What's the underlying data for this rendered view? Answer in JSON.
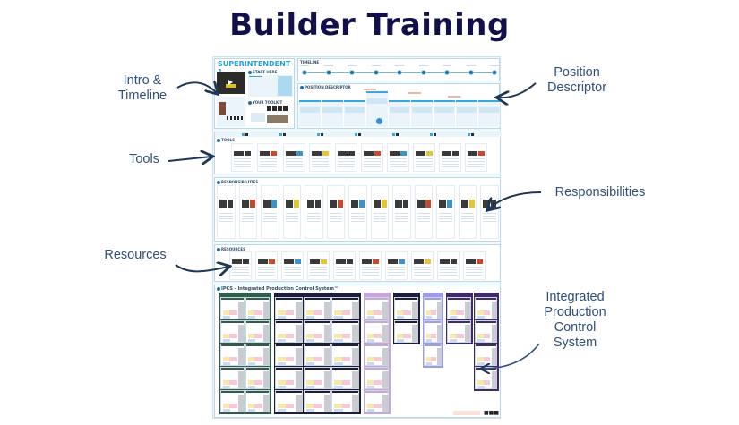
{
  "title": "Builder Training",
  "callouts": {
    "intro_timeline": "Intro & Timeline",
    "tools": "Tools",
    "resources": "Resources",
    "position_descriptor": "Position Descriptor",
    "responsibilities": "Responsibilities",
    "ipcs": "Integrated Production Control System"
  },
  "board": {
    "role_title": "SUPERINTENDENT 1",
    "sections": {
      "start_here": "START HERE",
      "your_toolkit": "YOUR TOOLKIT",
      "timeline": "TIMELINE",
      "position_descriptor": "POSITION DESCRIPTOR",
      "tools": "TOOLS",
      "responsibilities": "RESPONSIBILITIES",
      "resources": "RESOURCES",
      "ipcs": "IPCS - Integrated Production Control System™"
    },
    "timeline_steps": [
      "1",
      "2",
      "3",
      "4",
      "5",
      "6",
      "7",
      "8",
      "9"
    ],
    "tools_count": 10,
    "responsibilities_count": 13,
    "resources_count": 10
  },
  "colors": {
    "title": "#12104a",
    "callout": "#2f4f7a",
    "board_accent": "#2a9fd6",
    "ipcs_green": "#2f5e4f",
    "ipcs_dark": "#1d1f3a",
    "ipcs_pink": "#c7a6d8",
    "ipcs_lavender": "#9e9ce8",
    "ipcs_purple": "#3f2a6a"
  }
}
